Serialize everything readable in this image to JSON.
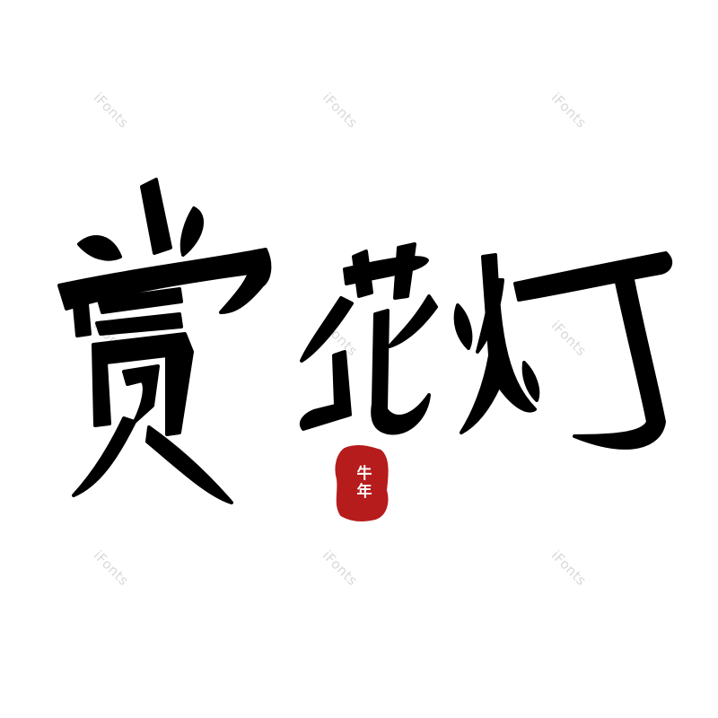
{
  "artwork": {
    "title_text": "赏花灯",
    "ink_color": "#000000"
  },
  "seal": {
    "text_line_1": "牛",
    "text_line_2": "年",
    "color": "#b71c1c",
    "text_color": "#ffffff"
  },
  "watermarks": [
    "iFonts",
    "iFonts",
    "iFonts",
    "iFonts",
    "iFonts",
    "iFonts",
    "iFonts",
    "iFonts",
    "iFonts"
  ]
}
